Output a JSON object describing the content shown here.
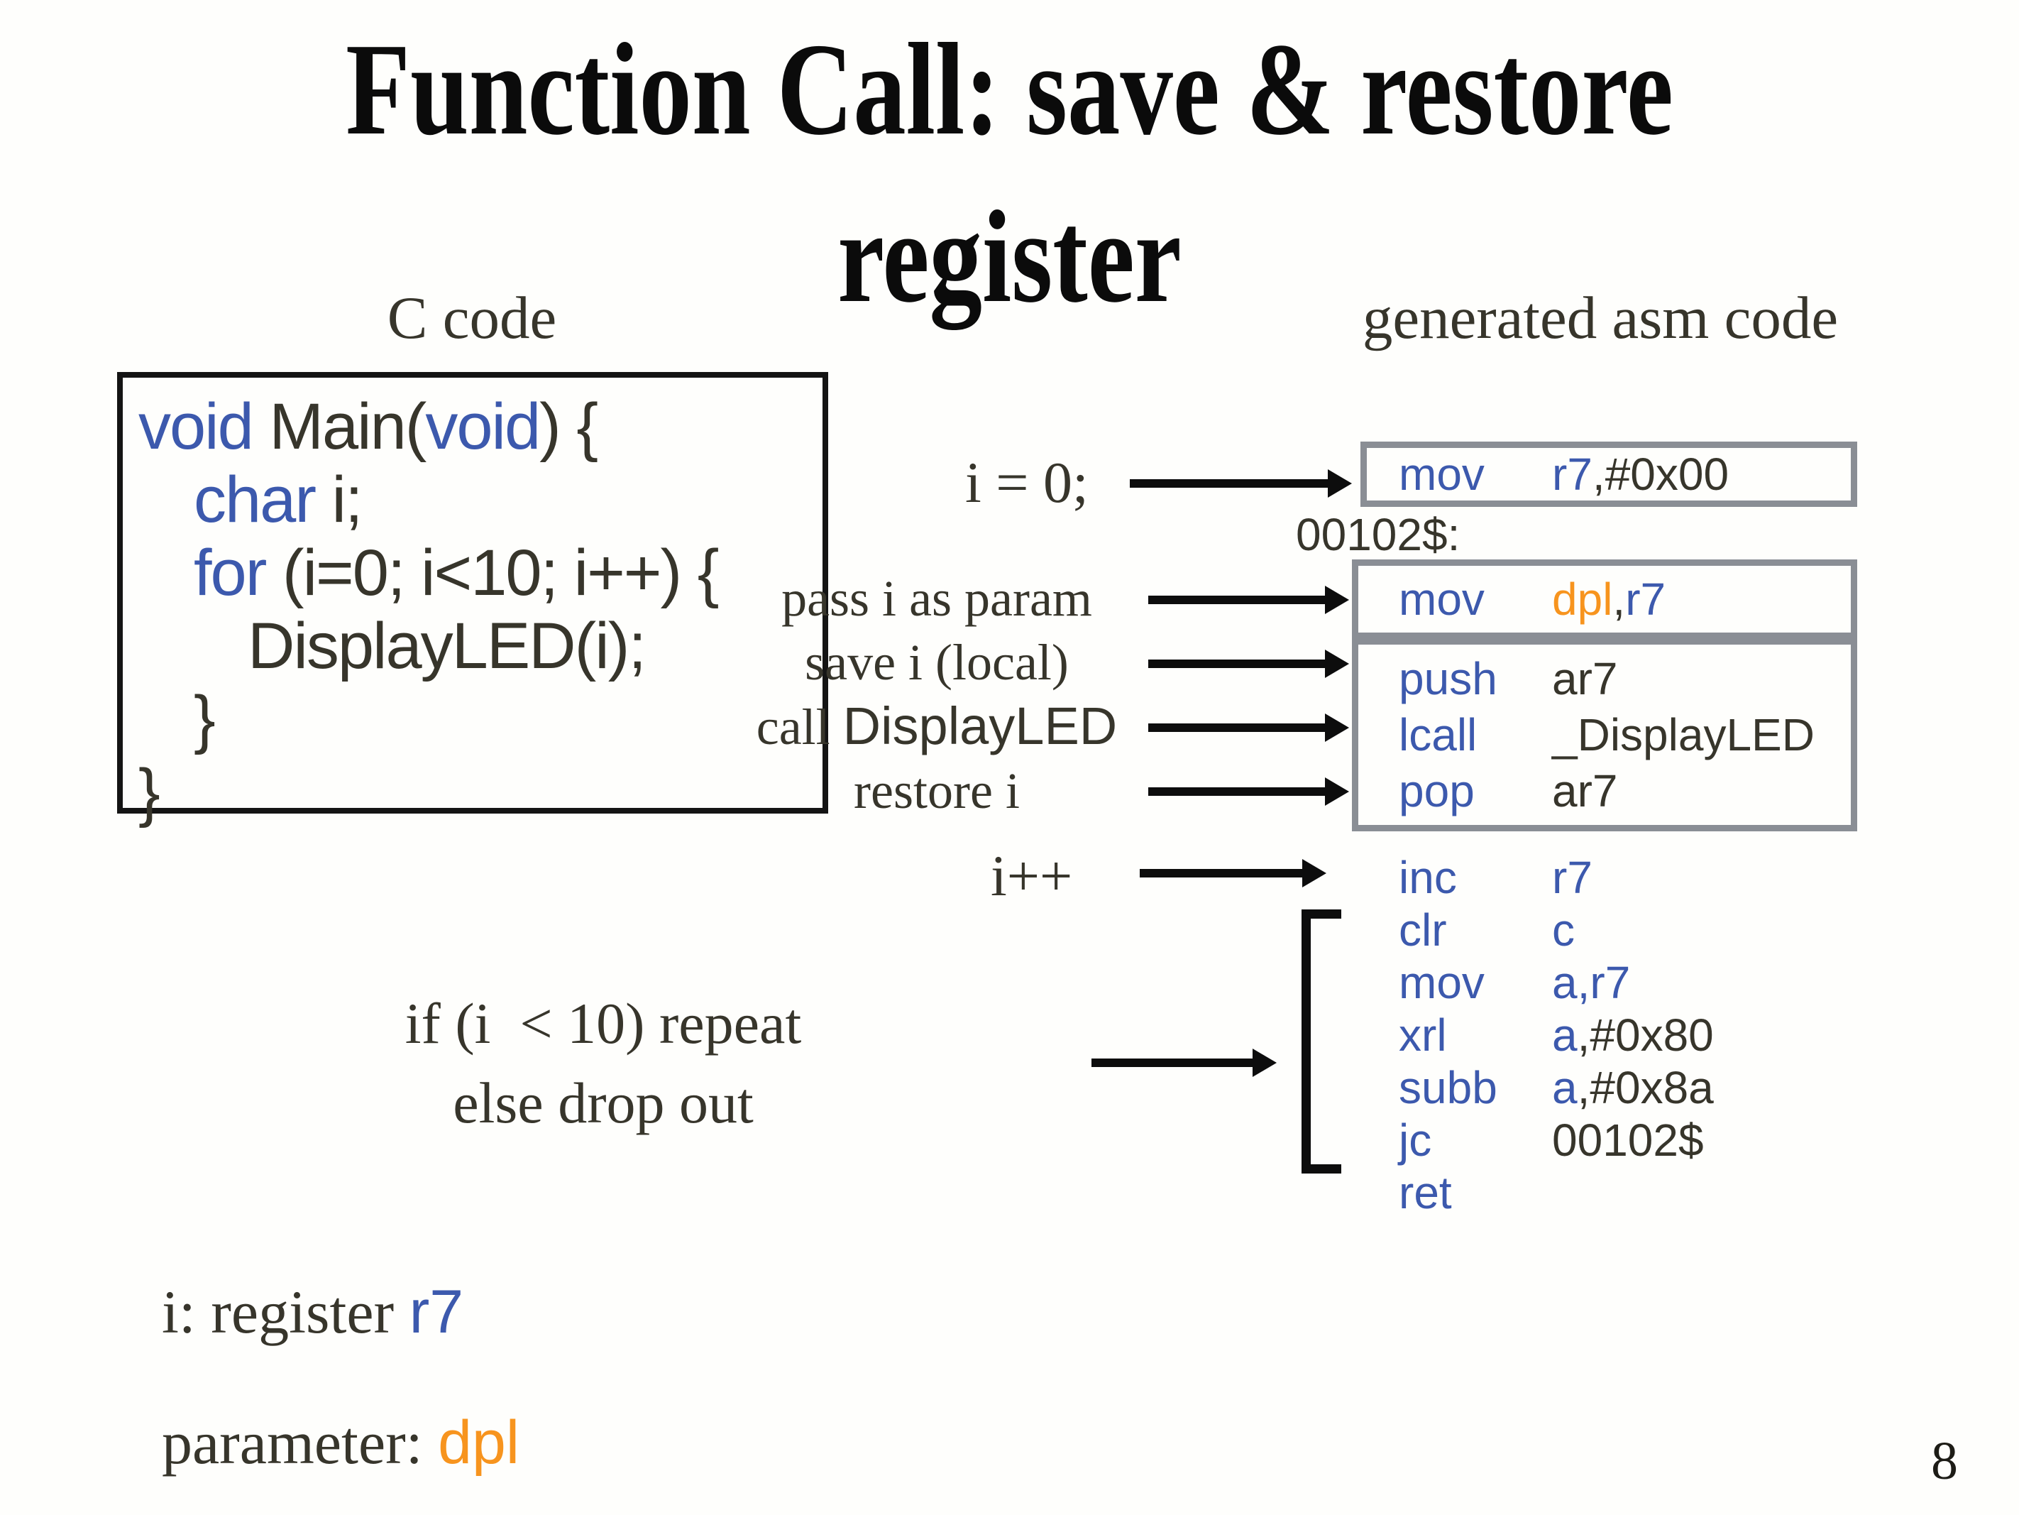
{
  "slide": {
    "title_line1": "Function Call: save & restore",
    "title_line2": "register",
    "page_number": "8"
  },
  "headers": {
    "c_code": "C code",
    "asm_code": "generated asm code"
  },
  "colors": {
    "keyword_blue": "#3c59ad",
    "param_orange": "#f7941e",
    "text_dark": "#37352b",
    "asm_box_border_gray": "#8a8e95",
    "arrow_black": "#0d0d0d"
  },
  "c_code": {
    "lines": [
      {
        "indent": 0,
        "segments": [
          {
            "t": "void",
            "s": "kw"
          },
          {
            "t": " Main(",
            "s": "plain"
          },
          {
            "t": "void",
            "s": "kw"
          },
          {
            "t": ") {",
            "s": "plain"
          }
        ]
      },
      {
        "indent": 1,
        "segments": [
          {
            "t": "char",
            "s": "kw"
          },
          {
            "t": " i;",
            "s": "plain"
          }
        ]
      },
      {
        "indent": 1,
        "segments": [
          {
            "t": "for",
            "s": "kw"
          },
          {
            "t": " (i=0; i<10; i++) {",
            "s": "plain"
          }
        ]
      },
      {
        "indent": 2,
        "segments": [
          {
            "t": "DisplayLED(i);",
            "s": "plain"
          }
        ]
      },
      {
        "indent": 1,
        "segments": [
          {
            "t": "}",
            "s": "plain"
          }
        ]
      },
      {
        "indent": 0,
        "segments": [
          {
            "t": "}",
            "s": "plain"
          }
        ]
      }
    ]
  },
  "annotations": {
    "i_eq_0": "i = 0;",
    "label_00102": "00102$:",
    "pass_param": "pass i as param",
    "save_local": "save i (local)",
    "call_prefix": "call ",
    "call_target": "DisplayLED",
    "restore_i": "restore i",
    "i_plus_plus": "i++",
    "if_repeat": "if (i  < 10) repeat",
    "else_drop": "else drop out",
    "reg_note_prefix": "i: register ",
    "reg_note_value": "r7",
    "param_note_prefix": "parameter: ",
    "param_note_value": "dpl"
  },
  "asm": {
    "box1_rows": [
      {
        "op": "mov",
        "args": [
          {
            "t": "r7",
            "s": "blue"
          },
          {
            "t": ",#0x00",
            "s": "dark"
          }
        ]
      }
    ],
    "box2_rows": [
      {
        "op": "mov",
        "args": [
          {
            "t": "dpl",
            "s": "orange"
          },
          {
            "t": ",",
            "s": "dark"
          },
          {
            "t": "r7",
            "s": "blue"
          }
        ]
      }
    ],
    "box3_rows": [
      {
        "op": "push",
        "args": [
          {
            "t": "ar7",
            "s": "dark"
          }
        ]
      },
      {
        "op": "lcall",
        "args": [
          {
            "t": "_DisplayLED",
            "s": "dark"
          }
        ]
      },
      {
        "op": "pop",
        "args": [
          {
            "t": "ar7",
            "s": "dark"
          }
        ]
      }
    ],
    "loop_rows": [
      {
        "op": "inc",
        "args": [
          {
            "t": "r7",
            "s": "blue"
          }
        ]
      },
      {
        "op": "clr",
        "args": [
          {
            "t": "c",
            "s": "blue"
          }
        ]
      },
      {
        "op": "mov",
        "args": [
          {
            "t": "a,r7",
            "s": "blue"
          }
        ]
      },
      {
        "op": "xrl",
        "args": [
          {
            "t": "a",
            "s": "blue"
          },
          {
            "t": ",#0x80",
            "s": "dark"
          }
        ]
      },
      {
        "op": "subb",
        "args": [
          {
            "t": "a",
            "s": "blue"
          },
          {
            "t": ",#0x8a",
            "s": "dark"
          }
        ]
      },
      {
        "op": "jc",
        "args": [
          {
            "t": "00102$",
            "s": "dark"
          }
        ]
      },
      {
        "op": "ret",
        "args": []
      }
    ]
  }
}
